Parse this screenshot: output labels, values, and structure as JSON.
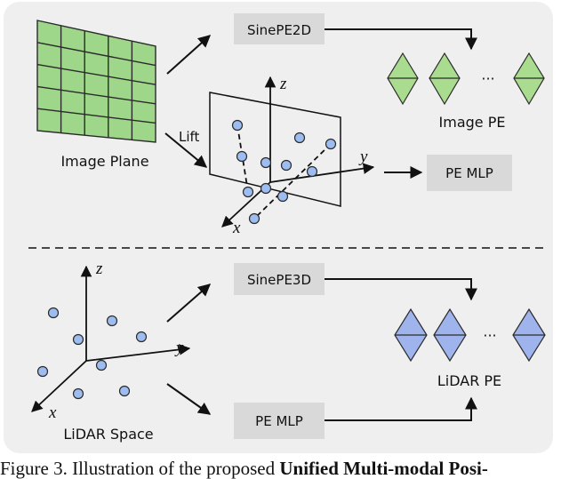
{
  "image_plane": {
    "label": "Image Plane",
    "lift_label": "Lift"
  },
  "top_branch": {
    "sine_label": "SinePE2D",
    "mlp_label": "PE MLP",
    "output_label": "Image PE",
    "ellipsis": "···",
    "axis_z": "z",
    "axis_y": "y",
    "axis_x": "x",
    "diamond_color": "#a9dc8f"
  },
  "bottom_branch": {
    "space_label": "LiDAR Space",
    "sine_label": "SinePE3D",
    "mlp_label": "PE MLP",
    "output_label": "LiDAR PE",
    "ellipsis": "···",
    "axis_z": "z",
    "axis_y": "y",
    "axis_x": "x",
    "diamond_color": "#9fb4ec"
  },
  "colors": {
    "panel_bg": "#efefef",
    "box_bg": "#d9d9d9",
    "grid_fill": "#9ed78a",
    "point_fill": "#9dbdf0"
  },
  "caption": {
    "prefix": "Figure 3. Illustration of the proposed ",
    "bold": "Unified Multi-modal Posi-"
  }
}
